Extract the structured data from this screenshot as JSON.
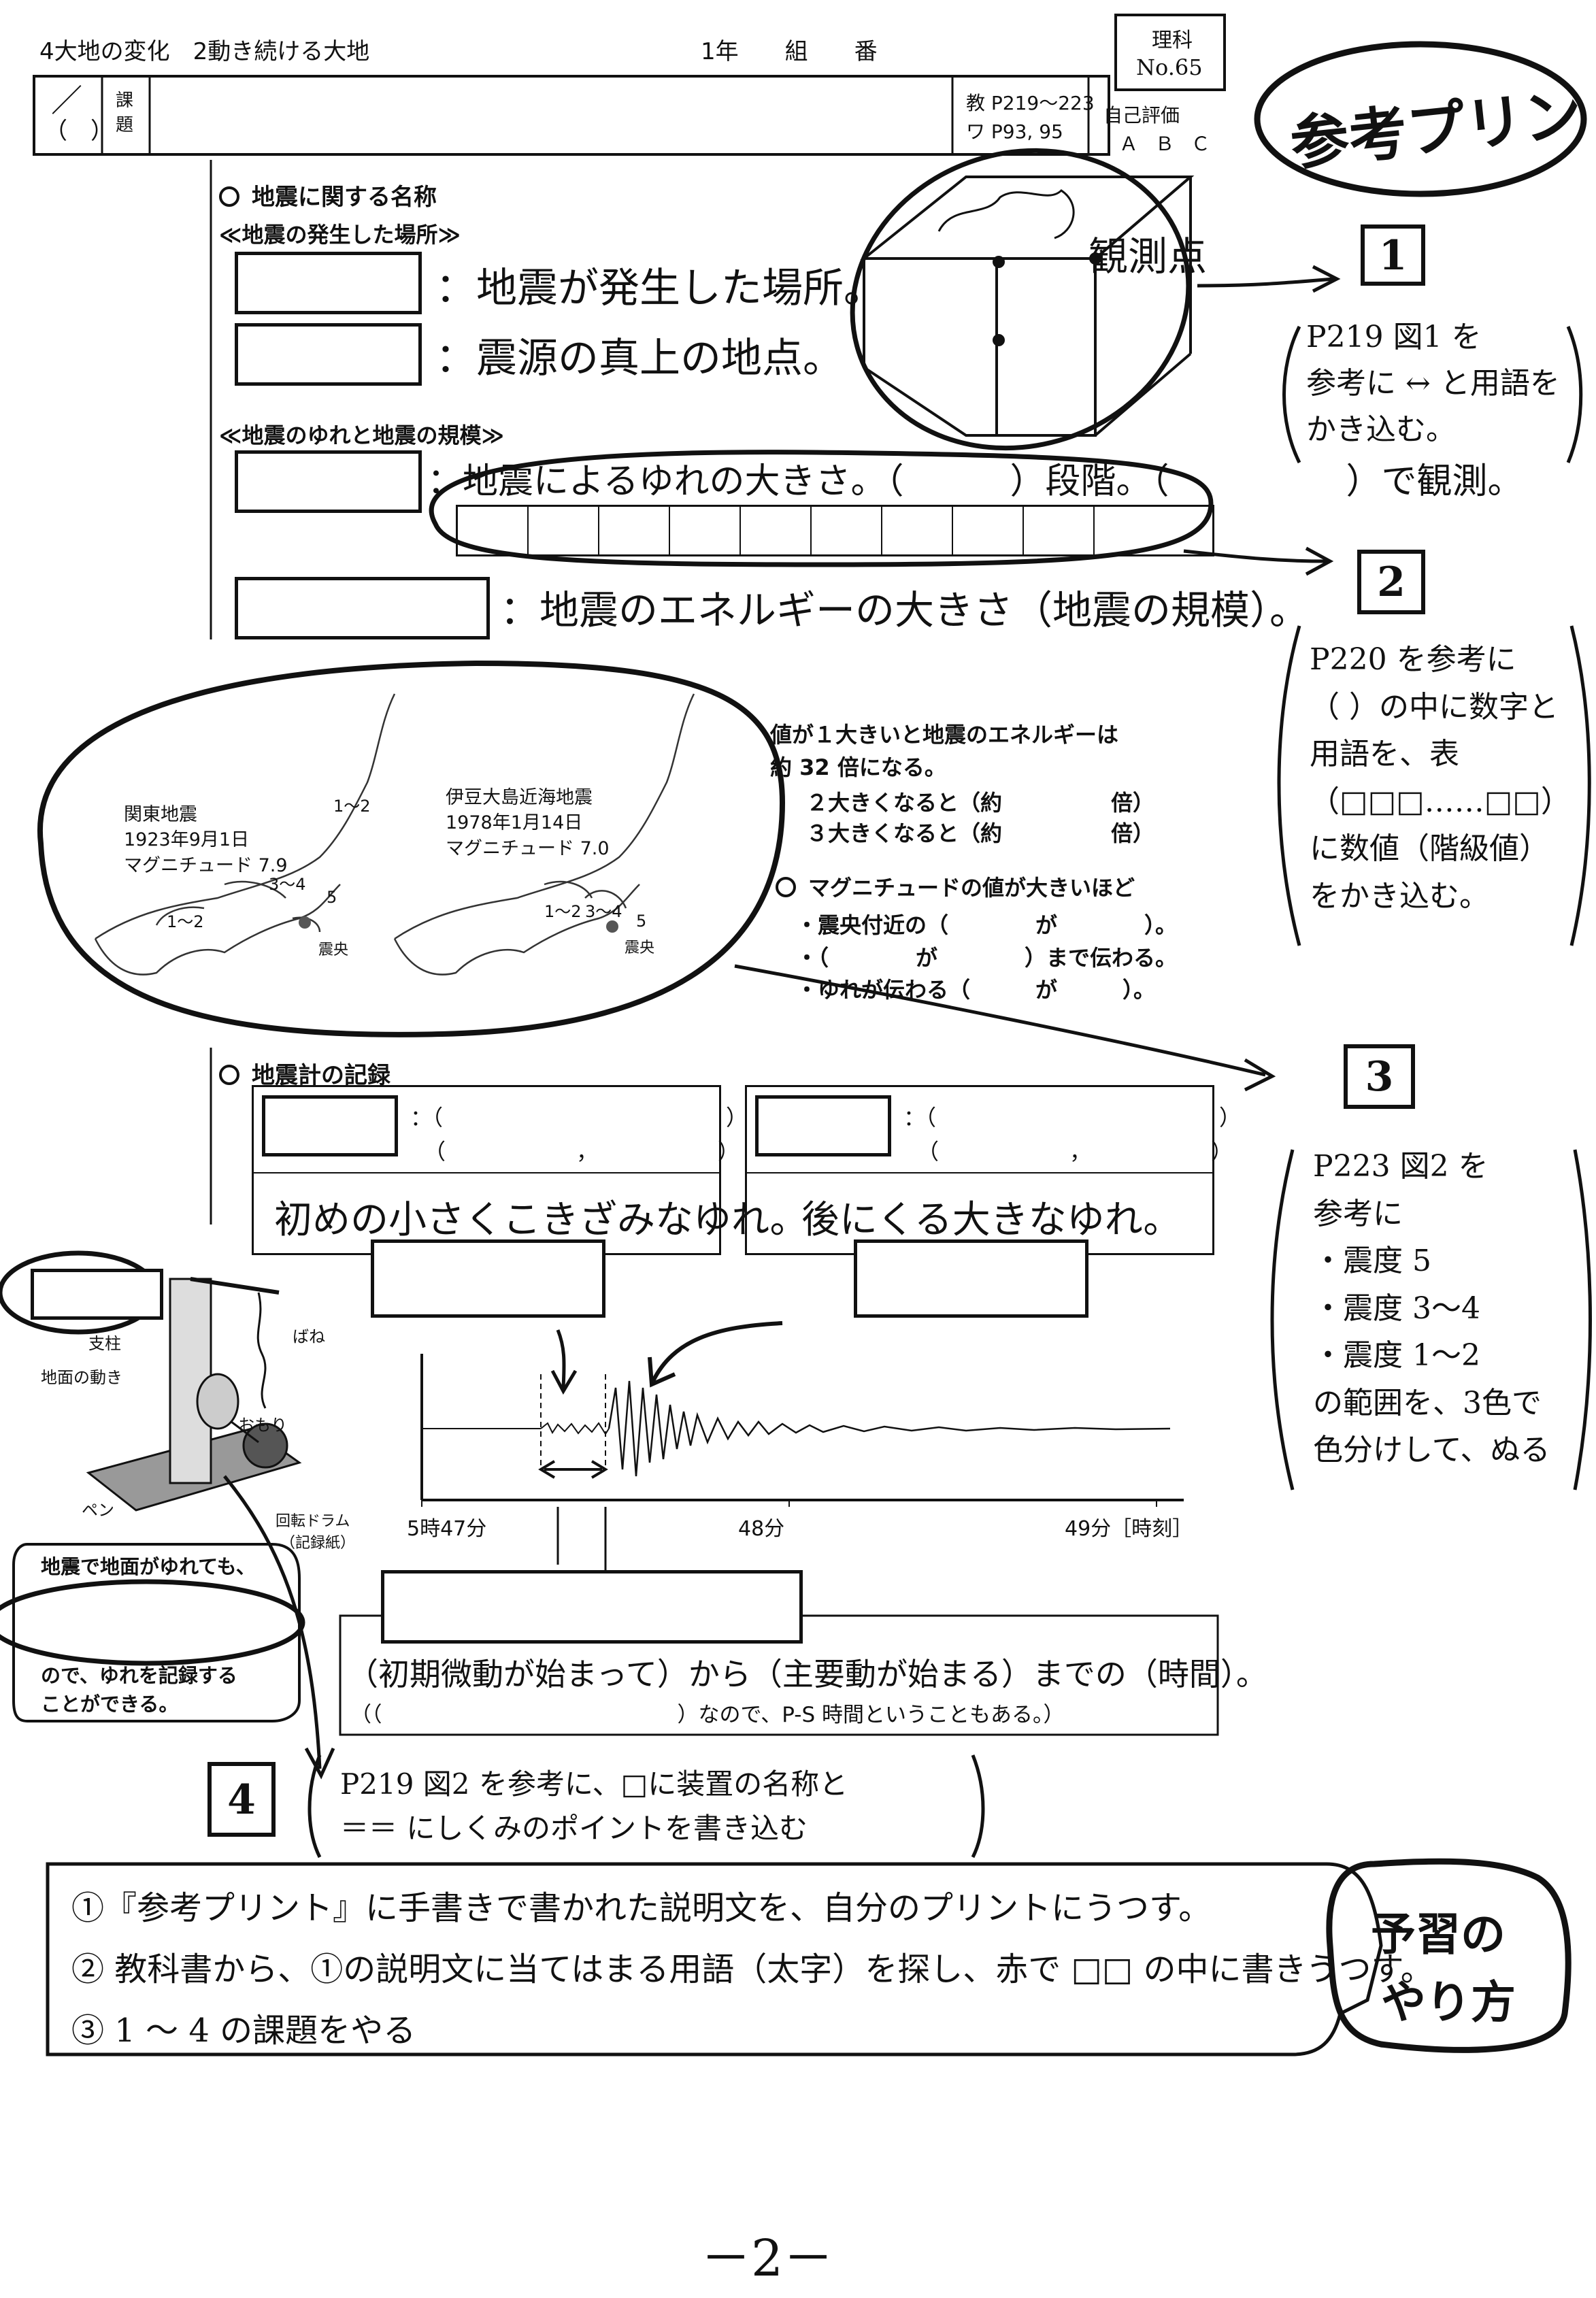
{
  "header": {
    "unit": "4大地の変化　2動き続ける大地",
    "class_info": "1年　　組　　番",
    "subject": "理科",
    "number": "No.65",
    "date_mark": "／",
    "date_paren": "（　）",
    "kadai_label": "課題",
    "kadai_label2": "課\n題",
    "textbook_ref": "教 P219～223",
    "workbook_ref": "ワ P93, 95",
    "self_eval_label": "自己評価",
    "self_eval_options": "Ａ Ｂ Ｃ",
    "stamp": "参考プリント"
  },
  "section1": {
    "title": "地震に関する名称",
    "sub1": "≪地震の発生した場所≫",
    "def1": "：地震が発生した場所。",
    "def2": "：震源の真上の地点。",
    "diagram_label": "観測点",
    "sub2": "≪地震のゆれと地震の規模≫",
    "def3": "：地震によるゆれの大きさ。（　　　）段階。（　　　　　）で観測。",
    "def4": "：地震のエネルギーの大きさ（地震の規模）。"
  },
  "magnitude": {
    "line1": "値が１大きいと地震のエネルギーは",
    "line2": "約 32 倍になる。",
    "line3": "２大きくなると（約　　　　　倍）",
    "line4": "３大きくなると（約　　　　　倍）",
    "title": "マグニチュードの値が大きいほど",
    "item1": "・震央付近の（　　　　が　　　　）。",
    "item2": "・（　　　　が　　　　）まで伝わる。",
    "item3": "・ゆれが伝わる（　　　が　　　）。"
  },
  "maps": {
    "quake1_name": "関東地震",
    "quake1_date": "1923年9月1日",
    "quake1_mag": "マグニチュード 7.9",
    "quake2_name": "伊豆大島近海地震",
    "quake2_date": "1978年1月14日",
    "quake2_mag": "マグニチュード 7.0",
    "label_12a": "1～2",
    "label_34a": "3～4",
    "label_5a": "5",
    "label_12b": "1～2",
    "label_34b": "3～4",
    "label_5b": "5",
    "epicenter": "震央"
  },
  "seismograph": {
    "title": "地震計の記録",
    "box1_line1": "：（　　　　　　　　　　　　　）",
    "box1_line2": "（　　　　　　，　　　　　　）",
    "box1_hand": "初めの小さくこきざみなゆれ。",
    "box2_line1": "：（　　　　　　　　　　　　　）",
    "box2_line2": "（　　　　　　，　　　　　　）",
    "box2_hand": "後にくる大きなゆれ。",
    "device_support": "支柱",
    "device_spring": "ばね",
    "device_ground": "地面の動き",
    "device_weight": "おもり",
    "device_pen": "ペン",
    "device_drum": "回転ドラム",
    "device_paper": "（記録紙）",
    "device_note1": "地震で地面がゆれても、",
    "device_note2": "ので、ゆれを記録する",
    "device_note3": "ことができる。",
    "axis_start": "5時47分",
    "axis_mid": "48分",
    "axis_end": "49分［時刻］",
    "ps_line1": "（初期微動が始まって）から（主要動が始まる）までの（時間）。",
    "ps_line2": "（（　　　　　　　　　　　　　　）なので、P-S 時間ということもある。）"
  },
  "notes": {
    "n1_tag": "1",
    "n1_text": "P219 図1 を\n参考に ↔ と用語を\nかき込む。",
    "n2_tag": "2",
    "n2_text": "P220 を参考に\n（ ）の中に数字と\n用語を、表\n（□□□……□□）\nに数値（階級値）\nをかき込む。",
    "n3_tag": "3",
    "n3_text": "P223 図2 を\n参考に\n・震度 5\n・震度 3～4\n・震度 1～2\nの範囲を、3色で\n色分けして、ぬる",
    "n4_tag": "4",
    "n4_text": "P219 図2 を参考に、□に装置の名称と\n＝＝ にしくみのポイントを書き込む"
  },
  "howto": {
    "step1": "①『参考プリント』に手書きで書かれた説明文を、自分のプリントにうつす。",
    "step2": "② 教科書から、①の説明文に当てはまる用語（太字）を探し、赤で □□ の中に書きうつす。",
    "step3": "③ 1 ～ 4 の課題をやる",
    "badge_line1": "予習の",
    "badge_line2": "やり方"
  },
  "page_number": "－2－"
}
